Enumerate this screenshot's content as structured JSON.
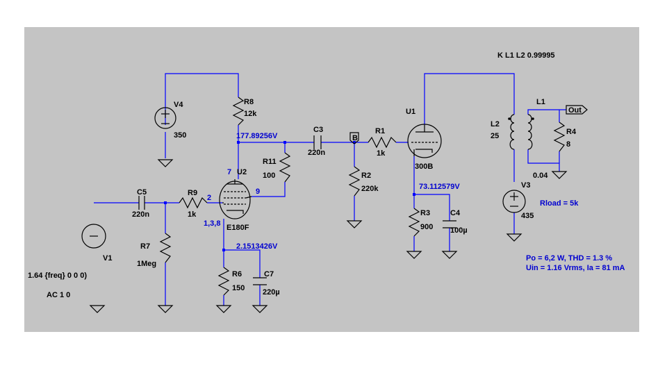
{
  "components": {
    "V4": {
      "name": "V4",
      "value": "350"
    },
    "R8": {
      "name": "R8",
      "value": "12k"
    },
    "R11": {
      "name": "R11",
      "value": "100"
    },
    "U2": {
      "name": "U2",
      "model": "E180F",
      "pin_anode": "7",
      "pin_grid": "2",
      "pin_g2": "9",
      "pin_cathode": "1,3,8"
    },
    "C5": {
      "name": "C5",
      "value": "220n"
    },
    "R9": {
      "name": "R9",
      "value": "1k"
    },
    "R7": {
      "name": "R7",
      "value": "1Meg"
    },
    "V1": {
      "name": "V1",
      "value": "1.64 {freq} 0 0 0)",
      "ac": "AC 1 0"
    },
    "R6": {
      "name": "R6",
      "value": "150"
    },
    "C7": {
      "name": "C7",
      "value": "220µ"
    },
    "C3": {
      "name": "C3",
      "value": "220n"
    },
    "R2": {
      "name": "R2",
      "value": "220k"
    },
    "R1": {
      "name": "R1",
      "value": "1k"
    },
    "U1": {
      "name": "U1",
      "model": "300B"
    },
    "R3": {
      "name": "R3",
      "value": "900"
    },
    "C4": {
      "name": "C4",
      "value": "100µ"
    },
    "L1": {
      "name": "L1"
    },
    "L2": {
      "name": "L2",
      "value": "25"
    },
    "R4": {
      "name": "R4",
      "value": "8",
      "series": "0.04"
    },
    "V3": {
      "name": "V3",
      "value": "435"
    }
  },
  "nodes": {
    "anode_u2": "177.89256V",
    "cathode_u2": "2.1513426V",
    "cathode_u1": "73.112579V",
    "bias_tag": "B",
    "out_tag": "Out"
  },
  "directives": {
    "coupling": "K L1 L2 0.99995",
    "rload": "Rload = 5k",
    "result1": "Po = 6,2 W,  THD = 1.3 %",
    "result2": "Uin = 1.16 Vrms,  Ia = 81 mA"
  },
  "colors": {
    "background": "#c4c4c4",
    "wire": "#0000ff",
    "symbol": "#000000",
    "annotation": "#0000d0"
  }
}
